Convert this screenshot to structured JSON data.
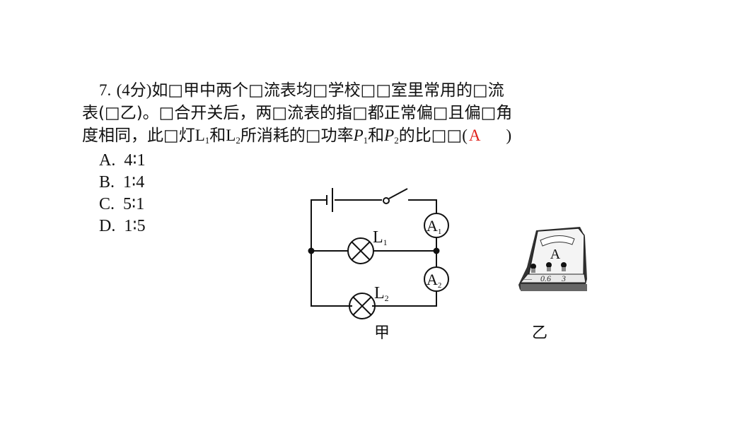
{
  "question": {
    "number": "7.",
    "points": "(4分)",
    "line1": "如□甲中两个□流表均□学校□□室里常用的□流",
    "line2": "表(□乙)。□合开关后，两□流表的指□都正常偏□且偏□角",
    "line3_a": "度相同，此□灯",
    "L": "L",
    "sub1": "1",
    "sub2": "2",
    "and": "和",
    "line3_b": "所消耗的□功率",
    "P": "P",
    "line3_c": "的比□□",
    "paren_open": "(",
    "answer": "A",
    "paren_close": ")"
  },
  "options": [
    {
      "label": "A.",
      "value": "4∶1"
    },
    {
      "label": "B.",
      "value": "1∶4"
    },
    {
      "label": "C.",
      "value": "5∶1"
    },
    {
      "label": "D.",
      "value": "1∶5"
    }
  ],
  "figure": {
    "jia": {
      "caption": "甲",
      "lamp1": "L",
      "lamp2": "L",
      "ammeter": "A",
      "sub1": "1",
      "sub2": "2"
    },
    "yi": {
      "caption": "乙",
      "meter_letter": "A",
      "term_neg": "—",
      "term_06": "0.6",
      "term_3": "3"
    }
  },
  "colors": {
    "answer": "#e0201b"
  }
}
